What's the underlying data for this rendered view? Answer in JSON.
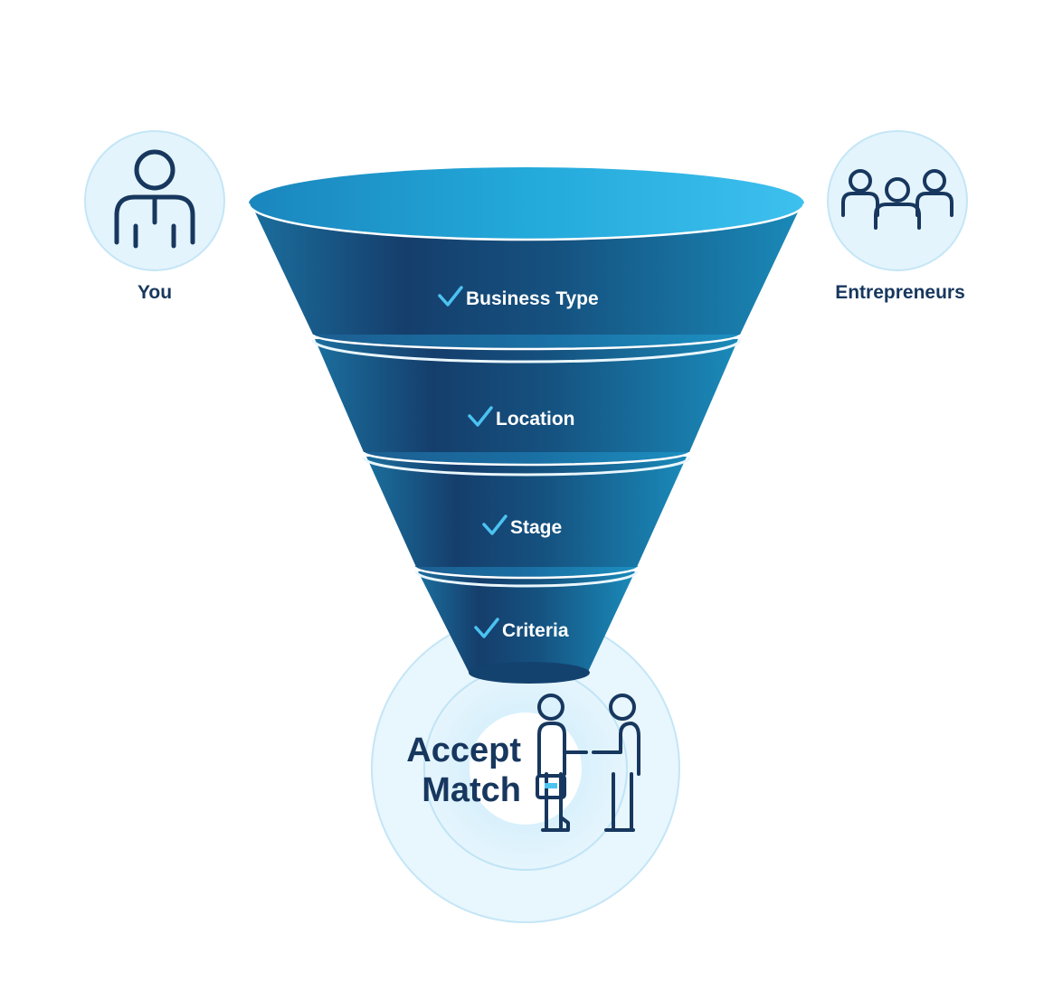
{
  "left_actor": {
    "label": "You",
    "icon": "person-icon"
  },
  "right_actor": {
    "label": "Entrepreneurs",
    "icon": "group-icon"
  },
  "funnel": {
    "stages": [
      {
        "label": "Business Type",
        "check_icon": "checkmark-icon"
      },
      {
        "label": "Location",
        "check_icon": "checkmark-icon"
      },
      {
        "label": "Stage",
        "check_icon": "checkmark-icon"
      },
      {
        "label": "Criteria",
        "check_icon": "checkmark-icon"
      }
    ]
  },
  "result": {
    "line1": "Accept",
    "line2": "Match",
    "icon": "handshake-people-icon"
  },
  "colors": {
    "navy": "#17375e",
    "accent_check": "#4cc3f1",
    "funnel_dark": "#14426e",
    "funnel_light": "#1a88b8",
    "circle_fill": "#e4f4fc",
    "circle_stroke": "#bfe4f6"
  }
}
